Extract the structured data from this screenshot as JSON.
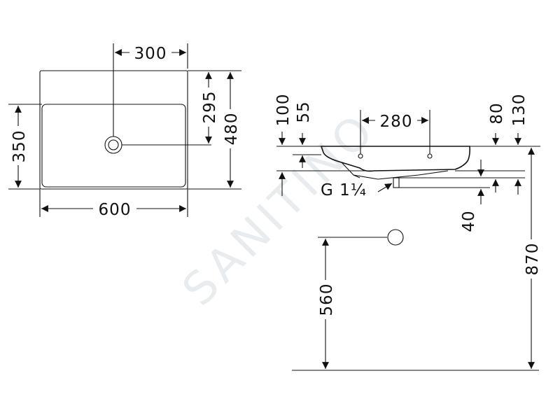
{
  "watermark": {
    "text": "SANITINO",
    "color": "#e6eaee"
  },
  "top_view": {
    "width_label": "600",
    "drain_offset_label": "300",
    "inner_depth_label": "350",
    "drain_depth_label": "295",
    "total_depth_label": "480"
  },
  "side_view": {
    "tap_spacing_label": "280",
    "height_100_label": "100",
    "height_55_label": "55",
    "height_80_label": "80",
    "height_130_label": "130",
    "drain_thread_label": "G 1¼",
    "drain_drop_label": "40",
    "waste_height_label": "560",
    "mount_height_label": "870"
  }
}
